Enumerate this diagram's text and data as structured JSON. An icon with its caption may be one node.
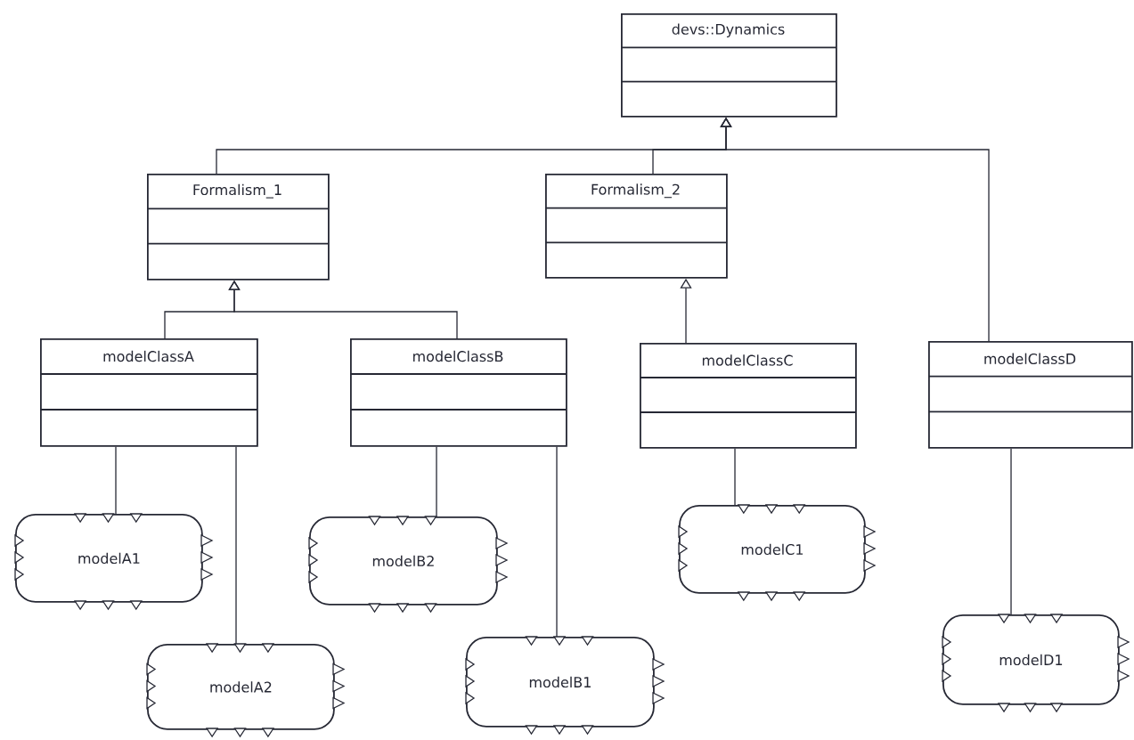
{
  "diagram": {
    "nodes": [
      {
        "text": [
          "devs::Dynamics"
        ]
      },
      {
        "text": [
          "Formalism_1"
        ]
      },
      {
        "text": [
          "Formalism_2"
        ]
      },
      {
        "text": [
          "modelClassA"
        ]
      },
      {
        "text": [
          "modelClassB"
        ]
      },
      {
        "text": [
          "modelClassC"
        ]
      },
      {
        "text": [
          "modelClassD"
        ]
      },
      {
        "text": [
          "modelA1"
        ]
      },
      {
        "text": [
          "modelB2"
        ]
      },
      {
        "text": [
          "modelC1"
        ]
      },
      {
        "text": [
          "modelA2"
        ]
      },
      {
        "text": [
          "modelB1"
        ]
      },
      {
        "text": [
          "modelD1"
        ]
      }
    ],
    "edges": [
      {
        "from": 1,
        "to": 0,
        "arrow": "to"
      },
      {
        "from": 2,
        "to": 0,
        "arrow": "to"
      },
      {
        "from": 6,
        "to": 0,
        "arrow": "to"
      },
      {
        "from": 3,
        "to": 1,
        "arrow": "to"
      },
      {
        "from": 4,
        "to": 1,
        "arrow": "to"
      },
      {
        "from": 5,
        "to": 2,
        "arrow": "to"
      },
      {
        "from": 3,
        "to": 7,
        "arrow": "none"
      },
      {
        "from": 3,
        "to": 10,
        "arrow": "none"
      },
      {
        "from": 4,
        "to": 8,
        "arrow": "none"
      },
      {
        "from": 4,
        "to": 11,
        "arrow": "none"
      },
      {
        "from": 5,
        "to": 9,
        "arrow": "none"
      },
      {
        "from": 6,
        "to": 12,
        "arrow": "none"
      }
    ]
  }
}
